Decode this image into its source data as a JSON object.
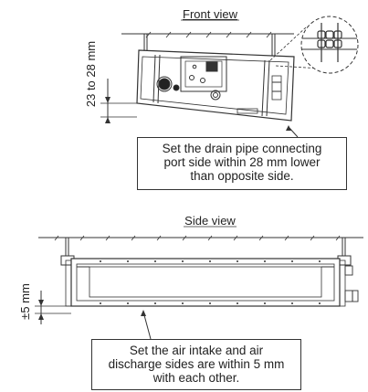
{
  "front": {
    "title": "Front view",
    "dimension": "23 to 28 mm",
    "note": "Set the drain pipe connecting\nport side within 28 mm lower\nthan opposite side."
  },
  "side": {
    "title": "Side view",
    "dimension": "±5 mm",
    "note": "Set the air intake and air\ndischarge sides are within 5 mm\nwith each other."
  },
  "colors": {
    "stroke": "#333333",
    "fill": "#ffffff",
    "dark": "#222222"
  }
}
